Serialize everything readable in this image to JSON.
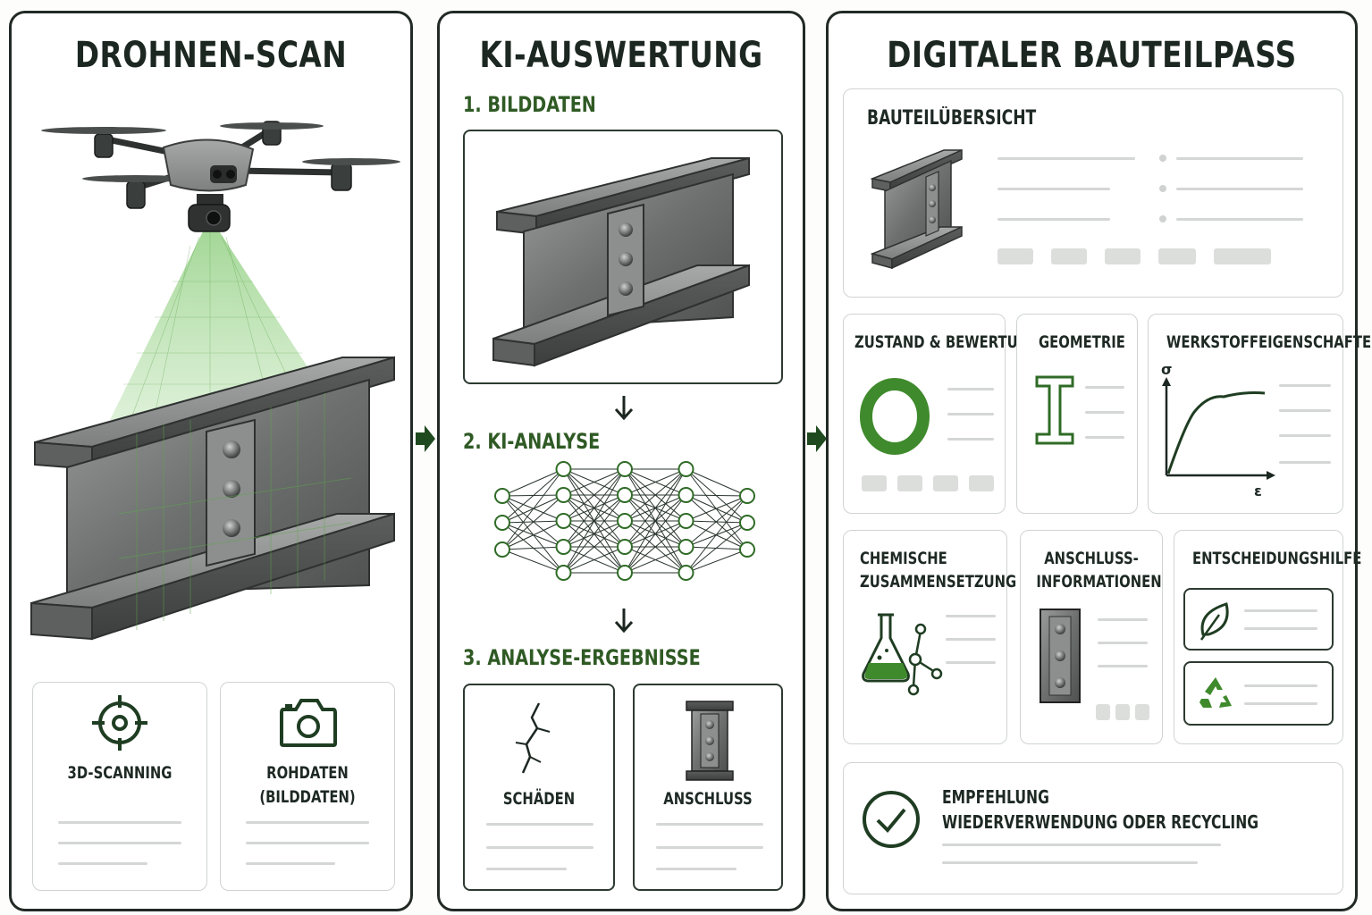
{
  "panels": {
    "scan": {
      "title": "DROHNEN-SCAN",
      "card_left": "3D-SCANNING",
      "card_right_line1": "ROHDATEN",
      "card_right_line2": "(BILDDATEN)"
    },
    "ki": {
      "title": "KI-AUSWERTUNG",
      "step1": "1. BILDDATEN",
      "step2": "2. KI-ANALYSE",
      "step3": "3. ANALYSE-ERGEBNISSE",
      "result_left": "SCHÄDEN",
      "result_right": "ANSCHLUSS"
    },
    "pass": {
      "title": "DIGITALER BAUTEILPASS",
      "overview": "BAUTEILÜBERSICHT",
      "zustand": "ZUSTAND & BEWERTUNG",
      "geometrie": "GEOMETRIE",
      "werkstoff": "WERKSTOFFEIGENSCHAFTEN",
      "axis_sigma": "σ",
      "axis_eps": "ε",
      "chem_line1": "CHEMISCHE",
      "chem_line2": "ZUSAMMENSETZUNG",
      "anschluss_line1": "ANSCHLUSS-",
      "anschluss_line2": "INFORMATIONEN",
      "entscheidung": "ENTSCHEIDUNGSHILFE",
      "empf_line1": "EMPFEHLUNG",
      "empf_line2": "WIEDERVERWENDUNG ODER RECYCLING"
    }
  },
  "colors": {
    "accent_green": "#3f8a2c",
    "dark_green": "#1f3d22",
    "scan_green": "#7bc56a"
  }
}
